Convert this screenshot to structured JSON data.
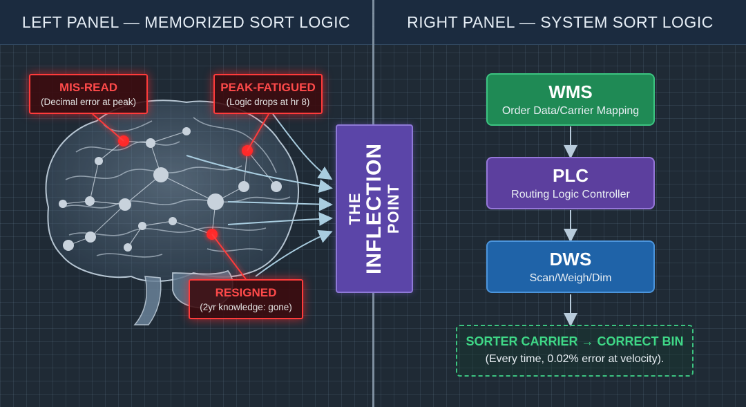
{
  "headers": {
    "left": "LEFT PANEL — MEMORIZED SORT LOGIC",
    "right": "RIGHT PANEL — SYSTEM SORT LOGIC"
  },
  "callouts": {
    "misread": {
      "title": "MIS-READ",
      "subtitle": "(Decimal error at peak)"
    },
    "fatigued": {
      "title": "PEAK-FATIGUED",
      "subtitle": "(Logic drops at hr 8)"
    },
    "resigned": {
      "title": "RESIGNED",
      "subtitle": "(2yr knowledge: gone)"
    }
  },
  "inflection": {
    "line1": "THE",
    "line2": "INFLECTION",
    "line3": "POINT"
  },
  "flow": {
    "wms": {
      "title": "WMS",
      "subtitle": "Order Data/Carrier Mapping"
    },
    "plc": {
      "title": "PLC",
      "subtitle": "Routing Logic Controller"
    },
    "dws": {
      "title": "DWS",
      "subtitle": "Scan/Weigh/Dim"
    },
    "result": {
      "title": "SORTER CARRIER → CORRECT BIN",
      "subtitle": "(Every time, 0.02% error at velocity)."
    }
  },
  "colors": {
    "background": "#1f2a35",
    "failure_red": "#ff3b3b",
    "wms_green": "#1f8a55",
    "plc_purple": "#5c3f9e",
    "dws_blue": "#1f63a8",
    "inflection_purple": "#5b45a8"
  }
}
